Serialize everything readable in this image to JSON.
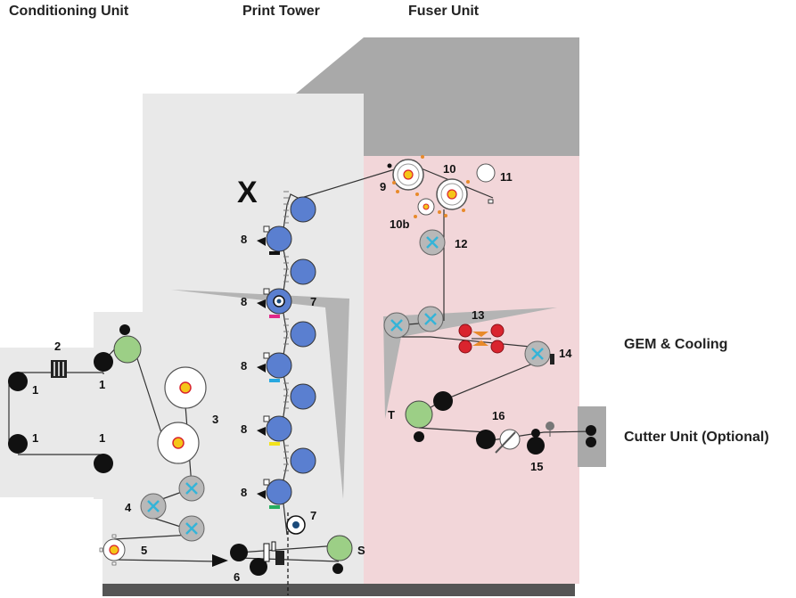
{
  "headings": {
    "conditioning": "Conditioning Unit",
    "print_tower": "Print Tower",
    "fuser": "Fuser Unit",
    "gem": "GEM & Cooling",
    "cutter": "Cutter Unit (Optional)"
  },
  "markers": {
    "x": "X",
    "n1": "1",
    "n2": "2",
    "n3": "3",
    "n4": "4",
    "n5": "5",
    "n6": "6",
    "n7": "7",
    "n8": "8",
    "n9": "9",
    "n10": "10",
    "n10b": "10b",
    "n11": "11",
    "n12": "12",
    "n13": "13",
    "n14": "14",
    "n15": "15",
    "n16": "16",
    "t": "T",
    "s": "S"
  },
  "colors": {
    "conditioning_bg": "#e9e9e9",
    "fuser_bg": "#f2d6d9",
    "housing_gray": "#a9a9a9",
    "roller_blue": "#5a7fd0",
    "roller_green": "#9ccf86",
    "roller_gray": "#b8b8b8",
    "roller_red": "#d9242e",
    "cross_cyan": "#34b4d8",
    "core_yellow": "#f5c518",
    "toner_magenta": "#e0288a",
    "toner_cyan": "#28a8e0",
    "toner_yellow": "#f2e21a",
    "toner_green": "#27ae60"
  }
}
